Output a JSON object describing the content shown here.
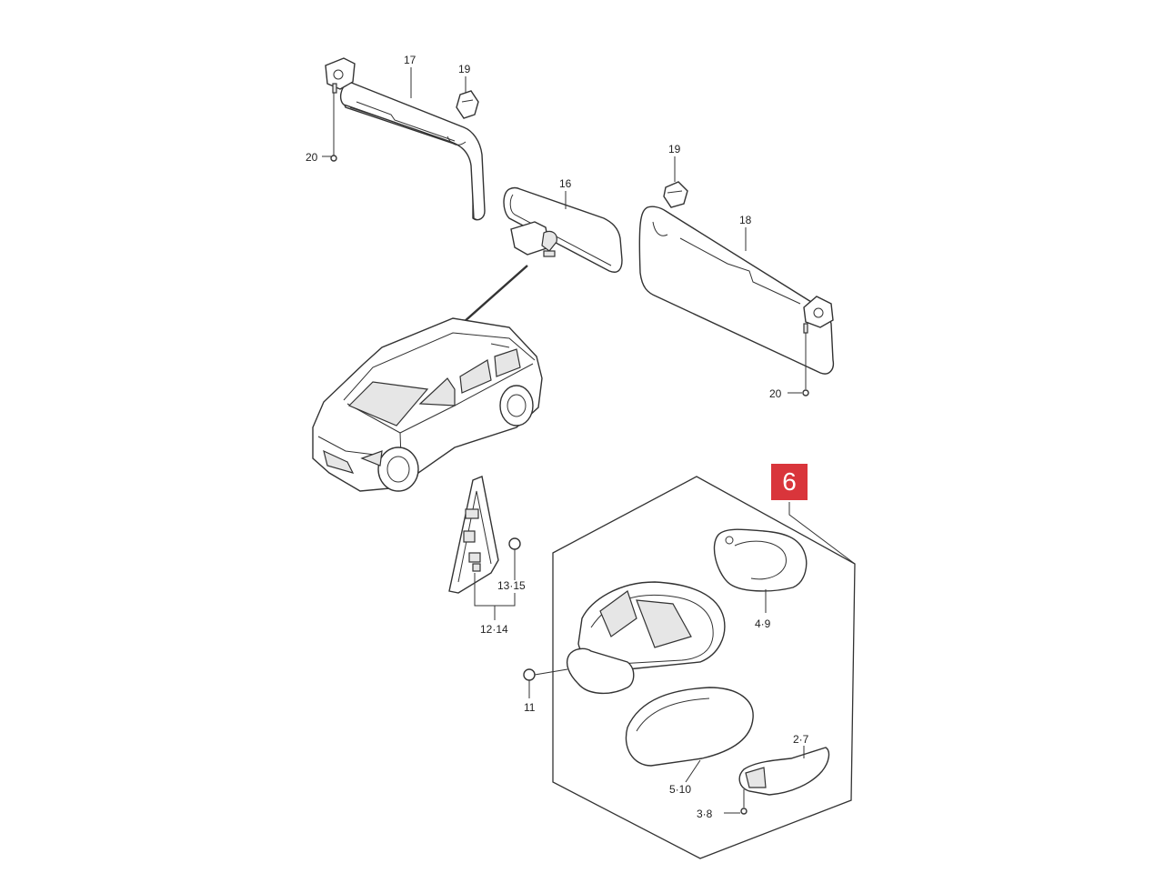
{
  "callouts": {
    "p17": "17",
    "p19a": "19",
    "p20a": "20",
    "p16": "16",
    "p19b": "19",
    "p18": "18",
    "p20b": "20",
    "p13_15": "13·15",
    "p12_14": "12·14",
    "p4_9": "4·9",
    "p11": "11",
    "p2_7": "2·7",
    "p5_10": "5·10",
    "p3_8": "3·8"
  },
  "highlight": {
    "label": "6",
    "color": "#d9353b"
  }
}
